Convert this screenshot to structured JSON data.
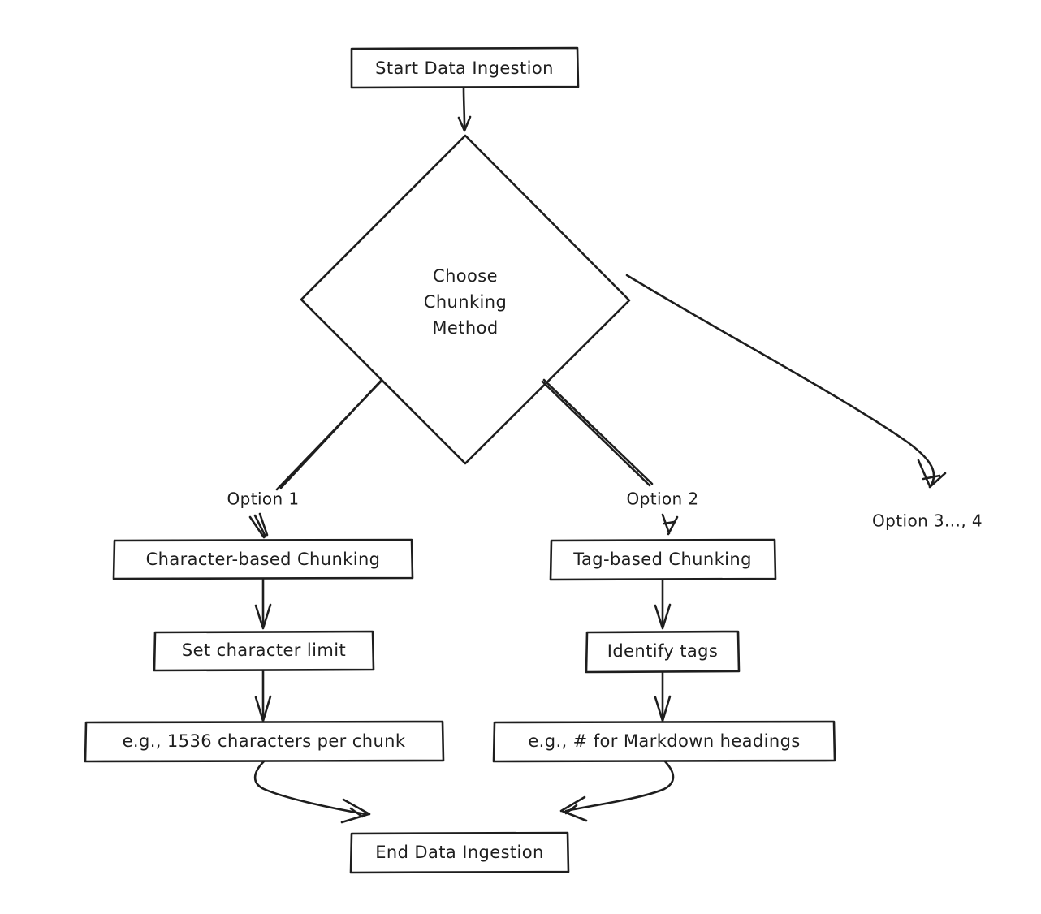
{
  "diagram": {
    "type": "flowchart",
    "title": "Data Ingestion Chunking Method Flowchart",
    "style": "hand-drawn sketch",
    "background_color": "#ffffff",
    "stroke_color": "#1e1e1e",
    "text_color": "#1e1e1e",
    "nodes": {
      "start": {
        "label": "Start Data Ingestion",
        "shape": "rectangle"
      },
      "decision": {
        "line1": "Choose",
        "line2": "Chunking",
        "line3": "Method",
        "shape": "diamond"
      },
      "char_chunking": {
        "label": "Character-based Chunking",
        "shape": "rectangle"
      },
      "char_limit": {
        "label": "Set character limit",
        "shape": "rectangle"
      },
      "char_example": {
        "label": "e.g., 1536 characters per chunk",
        "shape": "rectangle"
      },
      "tag_chunking": {
        "label": "Tag-based Chunking",
        "shape": "rectangle"
      },
      "identify_tags": {
        "label": "Identify tags",
        "shape": "rectangle"
      },
      "tag_example": {
        "label": "e.g., # for Markdown headings",
        "shape": "rectangle"
      },
      "end": {
        "label": "End Data Ingestion",
        "shape": "rectangle"
      }
    },
    "edge_labels": {
      "option1": "Option 1",
      "option2": "Option 2",
      "option3": "Option 3..., 4"
    }
  }
}
